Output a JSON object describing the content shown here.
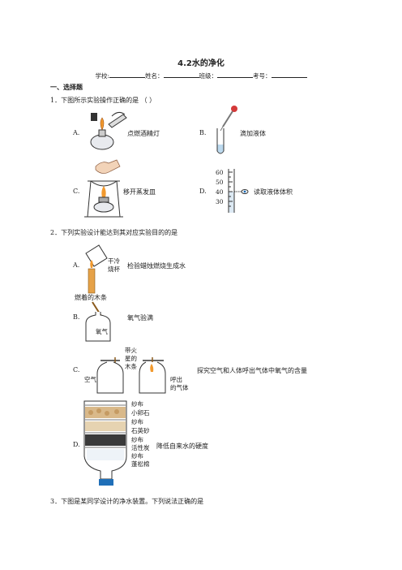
{
  "title": "4.2水的净化",
  "info": {
    "school": "学校:",
    "name": "姓名：",
    "class": "班级：",
    "exam_no": "考号："
  },
  "section1": "一、选择题",
  "q1": {
    "stem": "1．下图所示实验操作正确的是 （ ）",
    "options": [
      {
        "letter": "A.",
        "caption": "点燃酒精灯"
      },
      {
        "letter": "B.",
        "caption": "滴加液体"
      },
      {
        "letter": "C.",
        "caption": "移开蒸发皿"
      },
      {
        "letter": "D.",
        "caption": "读取液体体积"
      }
    ],
    "cylinder_ticks": [
      "60",
      "50",
      "40",
      "30"
    ]
  },
  "q2": {
    "stem": "2．下列实验设计能达到其对应实验目的的是",
    "A": {
      "letter": "A.",
      "beaker_label_1": "干冷",
      "beaker_label_2": "烧杯",
      "caption": "检验蜡烛燃烧生成水"
    },
    "B": {
      "letter": "B.",
      "top_label": "燃着的木条",
      "bottle_label": "氧气",
      "caption": "氧气验满"
    },
    "C": {
      "letter": "C.",
      "stick_label_1": "带火",
      "stick_label_2": "星的",
      "stick_label_3": "木条",
      "left_label": "空气",
      "right_label_1": "呼出",
      "right_label_2": "的气体",
      "caption": "探究空气和人体呼出气体中氧气的含量"
    },
    "D": {
      "letter": "D.",
      "layers": [
        "纱布",
        "小卵石",
        "纱布",
        "石英砂",
        "纱布",
        "活性炭",
        "纱布",
        "蓬松棉"
      ],
      "caption": "降低自来水的硬度"
    }
  },
  "q3": {
    "stem": "3．下图是某同学设计的净水装置。下列说法正确的是"
  }
}
